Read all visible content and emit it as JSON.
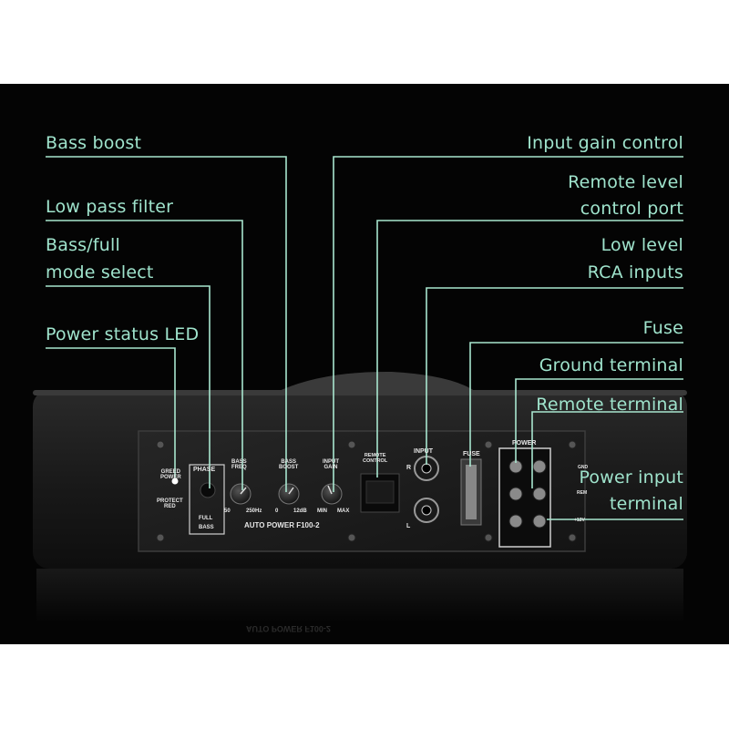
{
  "callouts": {
    "bass_boost": "Bass boost",
    "low_pass": "Low pass filter",
    "bass_full_1": "Bass/full",
    "bass_full_2": "mode select",
    "power_led": "Power status LED",
    "input_gain": "Input gain control",
    "remote_level_1": "Remote level",
    "remote_level_2": "control port",
    "rca_1": "Low level",
    "rca_2": "RCA inputs",
    "fuse": "Fuse",
    "ground": "Ground terminal",
    "remote_terminal": "Remote terminal",
    "power_input_1": "Power input",
    "power_input_2": "terminal"
  },
  "panel": {
    "green_power_1": "GREED",
    "green_power_2": "POWER",
    "protect_1": "PROTECT",
    "protect_2": "RED",
    "phase": "PHASE",
    "full": "FULL",
    "bass": "BASS",
    "bass_freq_1": "BASS",
    "bass_freq_2": "FREQ",
    "freq_min": "50",
    "freq_max": "250Hz",
    "bass_boost_1": "BASS",
    "bass_boost_2": "BOOST",
    "boost_min": "0",
    "boost_max": "12dB",
    "input_gain_1": "INPUT",
    "input_gain_2": "GAIN",
    "gain_min": "MIN",
    "gain_max": "MAX",
    "remote_1": "REMOTE",
    "remote_2": "CONTROL",
    "input": "INPUT",
    "r": "R",
    "l": "L",
    "fuse": "FUSE",
    "power": "POWER",
    "gnd": "GND",
    "rem": "REM",
    "v12": "+12V",
    "model": "AUTO POWER F100-2"
  },
  "colors": {
    "callout": "#9fe3cc",
    "line": "#a8e6cf"
  }
}
